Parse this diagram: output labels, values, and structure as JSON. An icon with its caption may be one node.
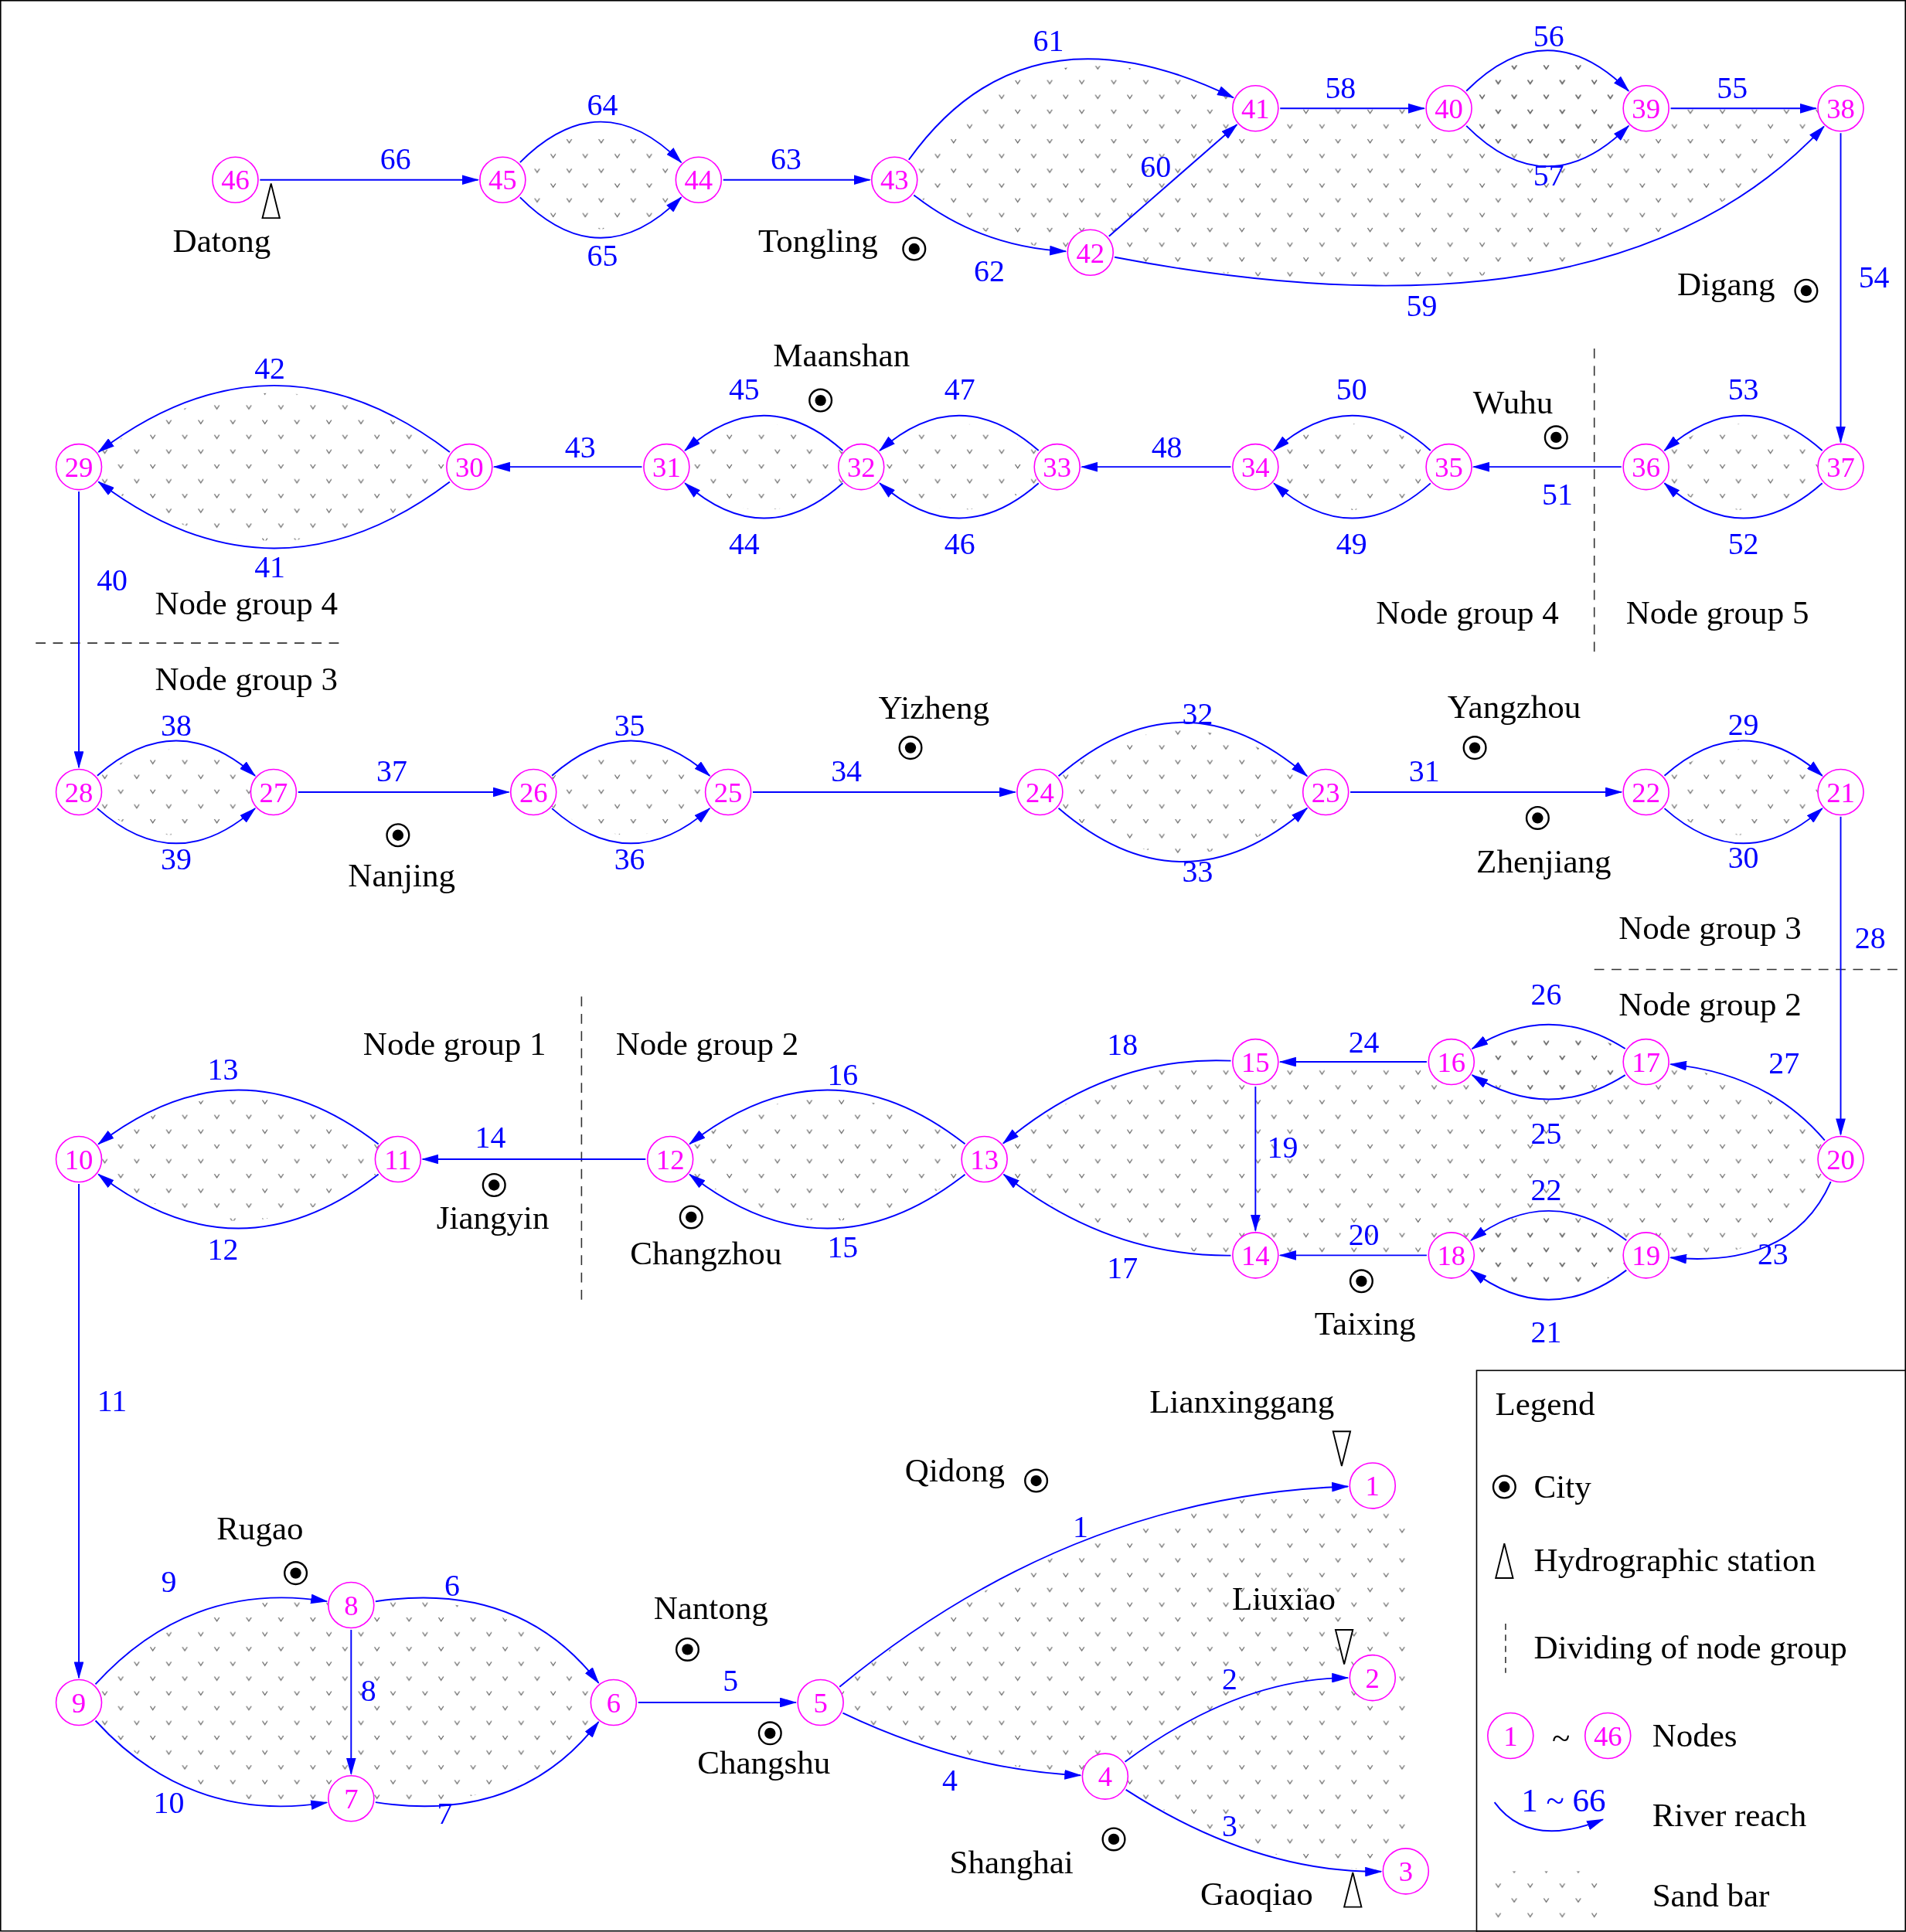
{
  "diagram": {
    "nodes": [
      {
        "text": [
          "1"
        ]
      },
      {
        "text": [
          "2"
        ]
      },
      {
        "text": [
          "3"
        ]
      },
      {
        "text": [
          "4"
        ]
      },
      {
        "text": [
          "5"
        ]
      },
      {
        "text": [
          "6"
        ]
      },
      {
        "text": [
          "7"
        ]
      },
      {
        "text": [
          "8"
        ]
      },
      {
        "text": [
          "9"
        ]
      },
      {
        "text": [
          "10"
        ]
      },
      {
        "text": [
          "11"
        ]
      },
      {
        "text": [
          "12"
        ]
      },
      {
        "text": [
          "13"
        ]
      },
      {
        "text": [
          "14"
        ]
      },
      {
        "text": [
          "15"
        ]
      },
      {
        "text": [
          "16"
        ]
      },
      {
        "text": [
          "17"
        ]
      },
      {
        "text": [
          "18"
        ]
      },
      {
        "text": [
          "19"
        ]
      },
      {
        "text": [
          "20"
        ]
      },
      {
        "text": [
          "21"
        ]
      },
      {
        "text": [
          "22"
        ]
      },
      {
        "text": [
          "23"
        ]
      },
      {
        "text": [
          "24"
        ]
      },
      {
        "text": [
          "25"
        ]
      },
      {
        "text": [
          "26"
        ]
      },
      {
        "text": [
          "27"
        ]
      },
      {
        "text": [
          "28"
        ]
      },
      {
        "text": [
          "29"
        ]
      },
      {
        "text": [
          "30"
        ]
      },
      {
        "text": [
          "31"
        ]
      },
      {
        "text": [
          "32"
        ]
      },
      {
        "text": [
          "33"
        ]
      },
      {
        "text": [
          "34"
        ]
      },
      {
        "text": [
          "35"
        ]
      },
      {
        "text": [
          "36"
        ]
      },
      {
        "text": [
          "37"
        ]
      },
      {
        "text": [
          "38"
        ]
      },
      {
        "text": [
          "39"
        ]
      },
      {
        "text": [
          "40"
        ]
      },
      {
        "text": [
          "41"
        ]
      },
      {
        "text": [
          "42"
        ]
      },
      {
        "text": [
          "43"
        ]
      },
      {
        "text": [
          "44"
        ]
      },
      {
        "text": [
          "45"
        ]
      },
      {
        "text": [
          "46"
        ]
      },
      {
        "text": [
          "1"
        ]
      },
      {
        "text": [
          "46"
        ]
      }
    ],
    "edges": [
      {
        "from": 4,
        "to": 0,
        "arrow": "to",
        "label": "1"
      },
      {
        "from": 3,
        "to": 1,
        "arrow": "to",
        "label": "2"
      },
      {
        "from": 3,
        "to": 2,
        "arrow": "to",
        "label": "3"
      },
      {
        "from": 4,
        "to": 3,
        "arrow": "to",
        "label": "4"
      },
      {
        "from": 5,
        "to": 4,
        "arrow": "to",
        "label": "5"
      },
      {
        "from": 7,
        "to": 5,
        "arrow": "to",
        "label": "6"
      },
      {
        "from": 6,
        "to": 5,
        "arrow": "to",
        "label": "7"
      },
      {
        "from": 7,
        "to": 6,
        "arrow": "to",
        "label": "8"
      },
      {
        "from": 8,
        "to": 7,
        "arrow": "to",
        "label": "9"
      },
      {
        "from": 8,
        "to": 6,
        "arrow": "to",
        "label": "10"
      },
      {
        "from": 9,
        "to": 8,
        "arrow": "to",
        "label": "11"
      },
      {
        "from": 10,
        "to": 9,
        "arrow": "to",
        "label": "12"
      },
      {
        "from": 10,
        "to": 9,
        "arrow": "to",
        "label": "13"
      },
      {
        "from": 11,
        "to": 10,
        "arrow": "to",
        "label": "14"
      },
      {
        "from": 12,
        "to": 11,
        "arrow": "to",
        "label": "15"
      },
      {
        "from": 12,
        "to": 11,
        "arrow": "to",
        "label": "16"
      },
      {
        "from": 13,
        "to": 12,
        "arrow": "to",
        "label": "17"
      },
      {
        "from": 14,
        "to": 12,
        "arrow": "to",
        "label": "18"
      },
      {
        "from": 14,
        "to": 13,
        "arrow": "to",
        "label": "19"
      },
      {
        "from": 17,
        "to": 13,
        "arrow": "to",
        "label": "20"
      },
      {
        "from": 18,
        "to": 17,
        "arrow": "to",
        "label": "21"
      },
      {
        "from": 18,
        "to": 17,
        "arrow": "to",
        "label": "22"
      },
      {
        "from": 19,
        "to": 18,
        "arrow": "to",
        "label": "23"
      },
      {
        "from": 15,
        "to": 14,
        "arrow": "to",
        "label": "24"
      },
      {
        "from": 16,
        "to": 15,
        "arrow": "to",
        "label": "25"
      },
      {
        "from": 16,
        "to": 15,
        "arrow": "to",
        "label": "26"
      },
      {
        "from": 19,
        "to": 16,
        "arrow": "to",
        "label": "27"
      },
      {
        "from": 20,
        "to": 19,
        "arrow": "to",
        "label": "28"
      },
      {
        "from": 21,
        "to": 20,
        "arrow": "to",
        "label": "29"
      },
      {
        "from": 21,
        "to": 20,
        "arrow": "to",
        "label": "30"
      },
      {
        "from": 22,
        "to": 21,
        "arrow": "to",
        "label": "31"
      },
      {
        "from": 23,
        "to": 22,
        "arrow": "to",
        "label": "32"
      },
      {
        "from": 23,
        "to": 22,
        "arrow": "to",
        "label": "33"
      },
      {
        "from": 24,
        "to": 23,
        "arrow": "to",
        "label": "34"
      },
      {
        "from": 25,
        "to": 24,
        "arrow": "to",
        "label": "35"
      },
      {
        "from": 25,
        "to": 24,
        "arrow": "to",
        "label": "36"
      },
      {
        "from": 26,
        "to": 25,
        "arrow": "to",
        "label": "37"
      },
      {
        "from": 27,
        "to": 26,
        "arrow": "to",
        "label": "38"
      },
      {
        "from": 27,
        "to": 26,
        "arrow": "to",
        "label": "39"
      },
      {
        "from": 28,
        "to": 27,
        "arrow": "to",
        "label": "40"
      },
      {
        "from": 29,
        "to": 28,
        "arrow": "to",
        "label": "41"
      },
      {
        "from": 29,
        "to": 28,
        "arrow": "to",
        "label": "42"
      },
      {
        "from": 30,
        "to": 29,
        "arrow": "to",
        "label": "43"
      },
      {
        "from": 31,
        "to": 30,
        "arrow": "to",
        "label": "44"
      },
      {
        "from": 31,
        "to": 30,
        "arrow": "to",
        "label": "45"
      },
      {
        "from": 32,
        "to": 31,
        "arrow": "to",
        "label": "46"
      },
      {
        "from": 32,
        "to": 31,
        "arrow": "to",
        "label": "47"
      },
      {
        "from": 33,
        "to": 32,
        "arrow": "to",
        "label": "48"
      },
      {
        "from": 34,
        "to": 33,
        "arrow": "to",
        "label": "49"
      },
      {
        "from": 34,
        "to": 33,
        "arrow": "to",
        "label": "50"
      },
      {
        "from": 35,
        "to": 34,
        "arrow": "to",
        "label": "51"
      },
      {
        "from": 36,
        "to": 35,
        "arrow": "to",
        "label": "52"
      },
      {
        "from": 36,
        "to": 35,
        "arrow": "to",
        "label": "53"
      },
      {
        "from": 37,
        "to": 36,
        "arrow": "to",
        "label": "54"
      },
      {
        "from": 38,
        "to": 37,
        "arrow": "to",
        "label": "55"
      },
      {
        "from": 39,
        "to": 38,
        "arrow": "to",
        "label": "56"
      },
      {
        "from": 39,
        "to": 38,
        "arrow": "to",
        "label": "57"
      },
      {
        "from": 40,
        "to": 39,
        "arrow": "to",
        "label": "58"
      },
      {
        "from": 41,
        "to": 37,
        "arrow": "to",
        "label": "59"
      },
      {
        "from": 41,
        "to": 40,
        "arrow": "to",
        "label": "60"
      },
      {
        "from": 42,
        "to": 40,
        "arrow": "to",
        "label": "61"
      },
      {
        "from": 42,
        "to": 41,
        "arrow": "to",
        "label": "62"
      },
      {
        "from": 43,
        "to": 42,
        "arrow": "to",
        "label": "63"
      },
      {
        "from": 44,
        "to": 43,
        "arrow": "to",
        "label": "64"
      },
      {
        "from": 44,
        "to": 43,
        "arrow": "to",
        "label": "65"
      },
      {
        "from": 45,
        "to": 44,
        "arrow": "to",
        "label": "66"
      }
    ],
    "labels": [
      "Datong",
      "Tongling",
      "Digang",
      "Maanshan",
      "Wuhu",
      "Node group 4",
      "Node group 4",
      "Node group 5",
      "Node group 3",
      "Yizheng",
      "Yangzhou",
      "Nanjing",
      "Zhenjiang",
      "Node group 3",
      "Node group 2",
      "Node group 1",
      "Node group 2",
      "Jiangyin",
      "Changzhou",
      "Taixing",
      "Lianxinggang",
      "Qidong",
      "Rugao",
      "Nantong",
      "Liuxiao",
      "Changshu",
      "Shanghai",
      "Gaoqiao",
      "Legend",
      "~",
      "1 ~ 66"
    ],
    "legend": [
      {
        "text": "City"
      },
      {
        "text": "Hydrographic station"
      },
      {
        "text": "Dividing of node group"
      },
      {
        "text": "Nodes"
      },
      {
        "text": "River reach"
      },
      {
        "text": "Sand bar"
      }
    ]
  }
}
